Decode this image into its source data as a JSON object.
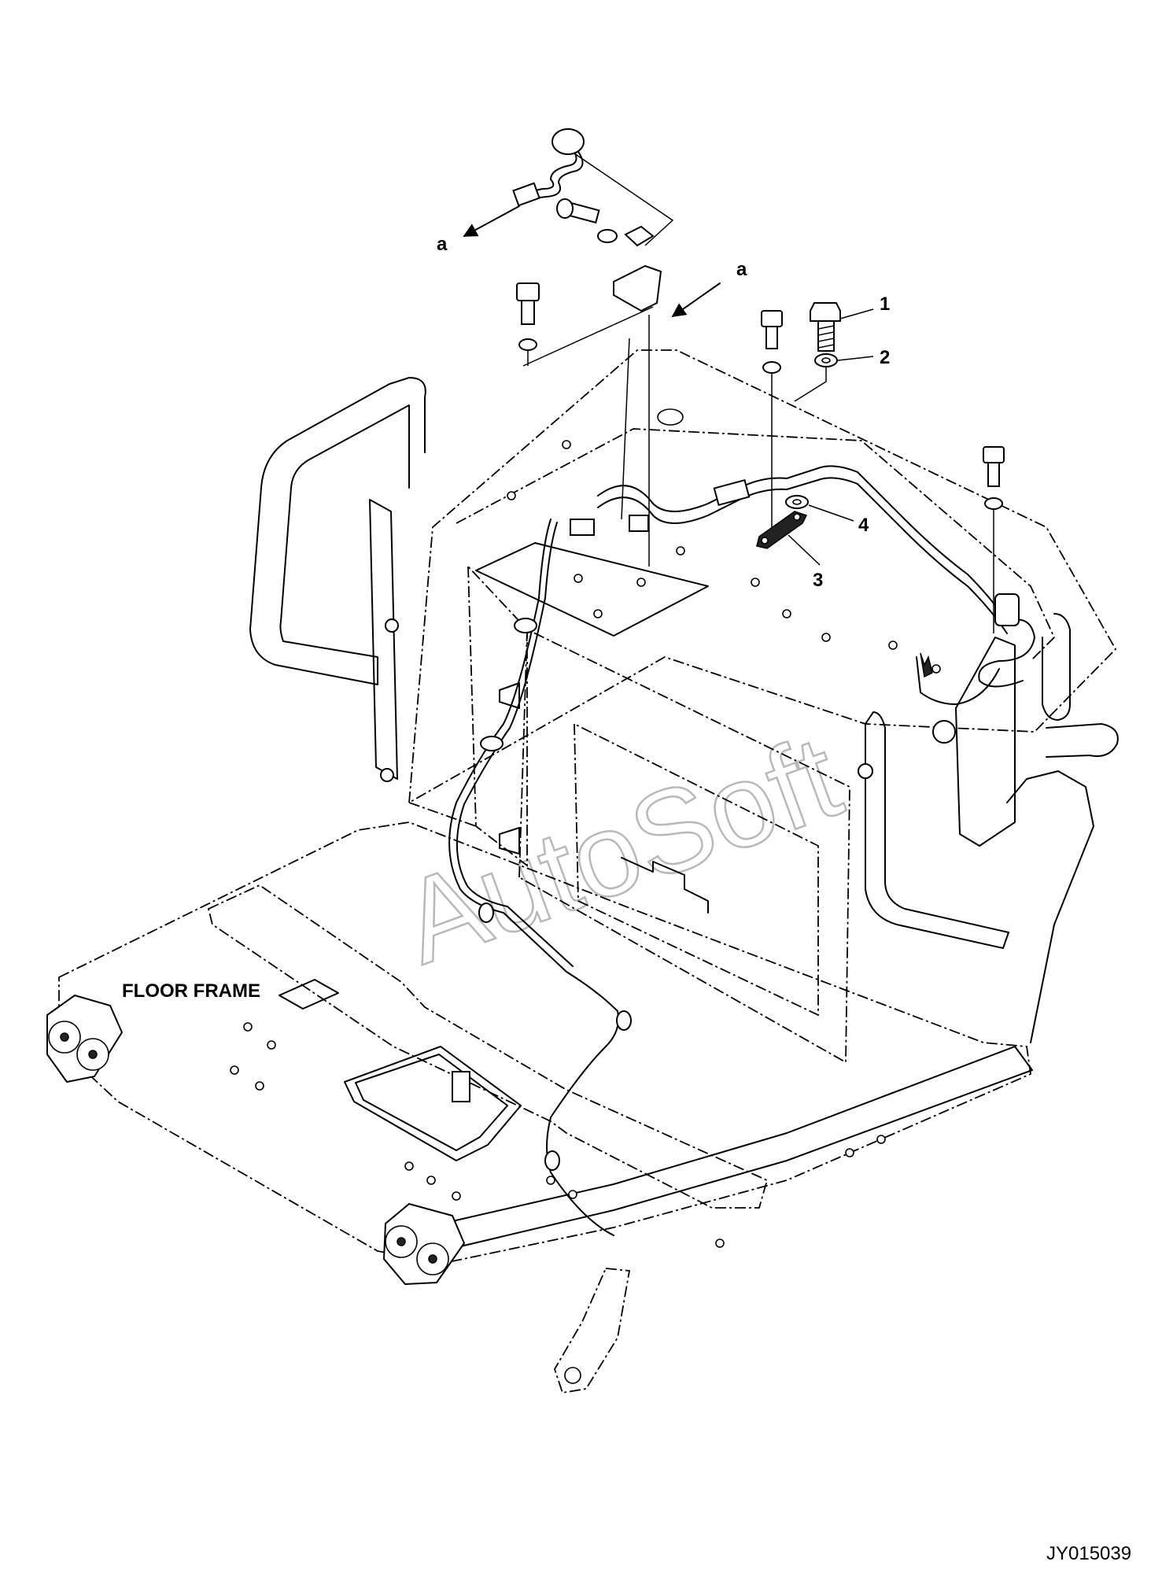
{
  "callouts": [
    {
      "id": "1",
      "label": "1"
    },
    {
      "id": "2",
      "label": "2"
    },
    {
      "id": "3",
      "label": "3"
    },
    {
      "id": "4",
      "label": "4"
    }
  ],
  "arrow_refs": [
    {
      "id": "a-left",
      "label": "a"
    },
    {
      "id": "a-right",
      "label": "a"
    }
  ],
  "section_label": "FLOOR FRAME",
  "drawing_number": "JY015039",
  "watermark": "AutoSoft"
}
